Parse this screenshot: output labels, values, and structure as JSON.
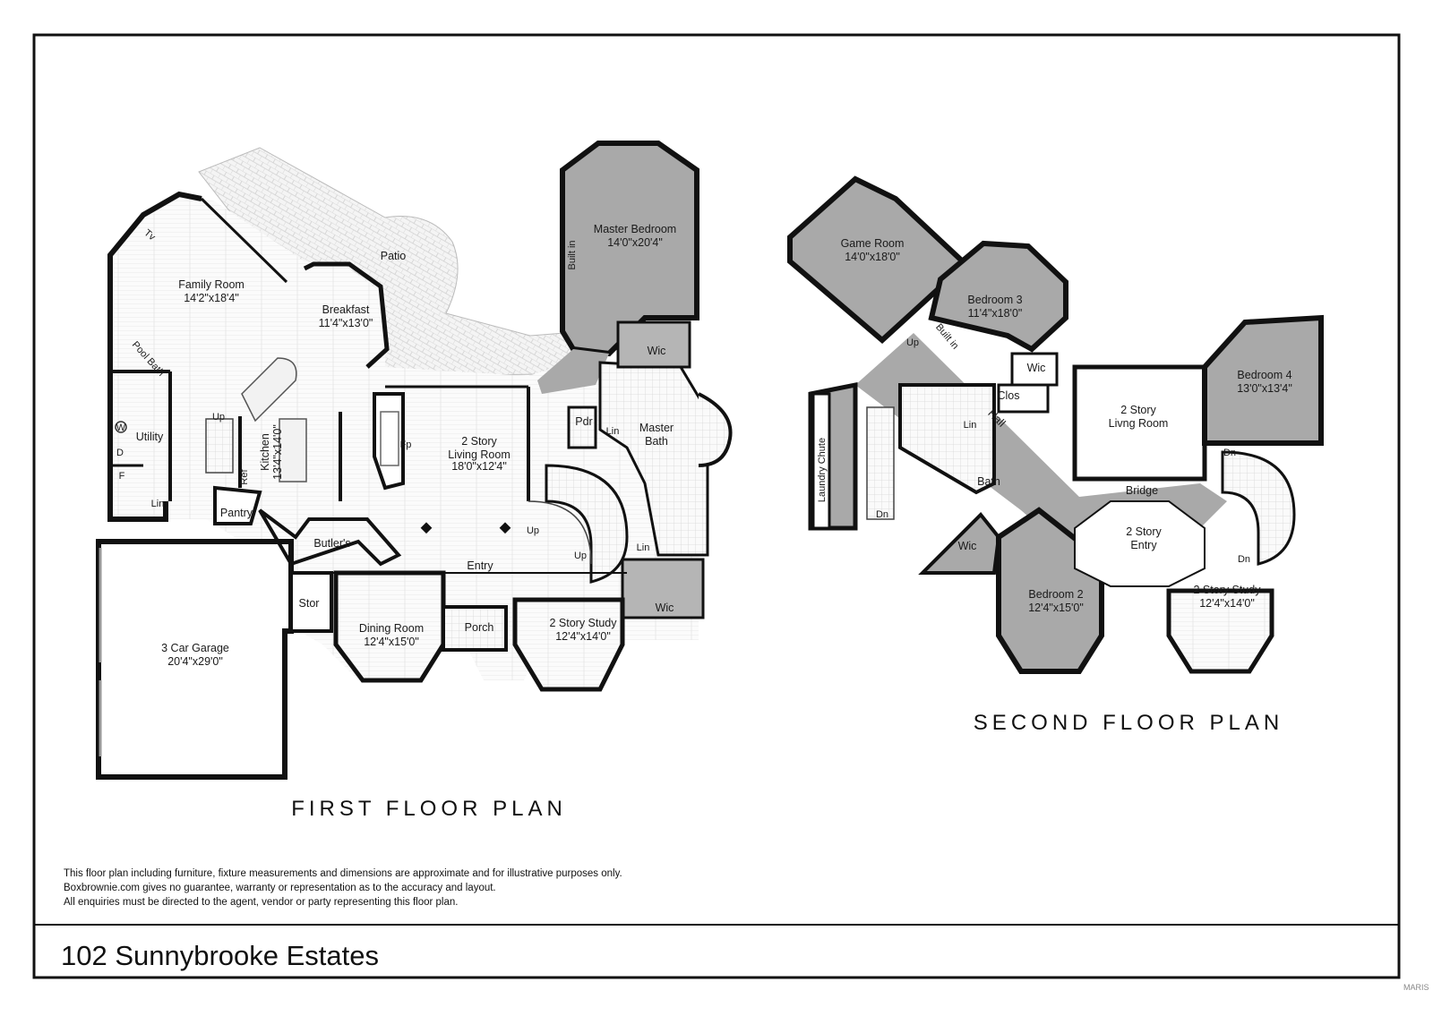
{
  "first_floor": {
    "title": "FIRST FLOOR PLAN",
    "rooms": [
      {
        "name": "Master Bedroom",
        "dim": "14'0\"x20'4\""
      },
      {
        "name": "Patio",
        "dim": ""
      },
      {
        "name": "Family Room",
        "dim": "14'2\"x18'4\""
      },
      {
        "name": "Breakfast",
        "dim": "11'4\"x13'0\""
      },
      {
        "name": "Utility",
        "dim": ""
      },
      {
        "name": "Kitchen",
        "dim": "13'4\"x14'0\""
      },
      {
        "name": "2 Story",
        "dim": "Living Room"
      },
      {
        "name": "18'0\"x12'4\"",
        "dim": ""
      },
      {
        "name": "Master",
        "dim": "Bath"
      },
      {
        "name": "Pantry",
        "dim": ""
      },
      {
        "name": "Butler's",
        "dim": ""
      },
      {
        "name": "Entry",
        "dim": ""
      },
      {
        "name": "Stor",
        "dim": ""
      },
      {
        "name": "3 Car Garage",
        "dim": "20'4\"x29'0\""
      },
      {
        "name": "Dining Room",
        "dim": "12'4\"x15'0\""
      },
      {
        "name": "Porch",
        "dim": ""
      },
      {
        "name": "2 Story Study",
        "dim": "12'4\"x14'0\""
      },
      {
        "name": "Wic",
        "dim": ""
      },
      {
        "name": "Wic",
        "dim": ""
      },
      {
        "name": "Pdr",
        "dim": ""
      }
    ],
    "labels": {
      "pool_bath": "Pool Bath",
      "tv": "Tv",
      "built_in": "Built in",
      "up1": "Up",
      "up2": "Up",
      "up3": "Up",
      "fp": "Fp",
      "ref": "Ref",
      "lin1": "Lin",
      "lin2": "Lin",
      "lin3": "Lin",
      "d": "D",
      "f": "F",
      "w": "W"
    }
  },
  "second_floor": {
    "title": "SECOND FLOOR PLAN",
    "rooms": [
      {
        "name": "Game Room",
        "dim": "14'0\"x18'0\""
      },
      {
        "name": "Bedroom 3",
        "dim": "11'4\"x18'0\""
      },
      {
        "name": "Bedroom 4",
        "dim": "13'0\"x13'4\""
      },
      {
        "name": "2 Story",
        "dim": "Livng Room"
      },
      {
        "name": "Bridge",
        "dim": ""
      },
      {
        "name": "2 Story",
        "dim": "Entry"
      },
      {
        "name": "Bedroom 2",
        "dim": "12'4\"x15'0\""
      },
      {
        "name": "2 Story Study",
        "dim": "12'4\"x14'0\""
      },
      {
        "name": "Bath",
        "dim": ""
      },
      {
        "name": "Wic",
        "dim": ""
      },
      {
        "name": "Wic",
        "dim": ""
      },
      {
        "name": "Clos",
        "dim": ""
      }
    ],
    "labels": {
      "built_in": "Built in",
      "hall": "Hall",
      "laundry": "Laundry Chute",
      "up": "Up",
      "dn1": "Dn",
      "dn2": "Dn",
      "dn3": "Dn",
      "lin": "Lin"
    }
  },
  "disclaimer": [
    "This floor plan including furniture, fixture measurements and dimensions are approximate and for illustrative purposes only.",
    "Boxbrownie.com gives no guarantee, warranty or representation as to the accuracy and layout.",
    "All enquiries must be directed to the agent, vendor or party representing this floor plan."
  ],
  "address": "102 Sunnybrooke Estates",
  "watermark": "MARIS"
}
